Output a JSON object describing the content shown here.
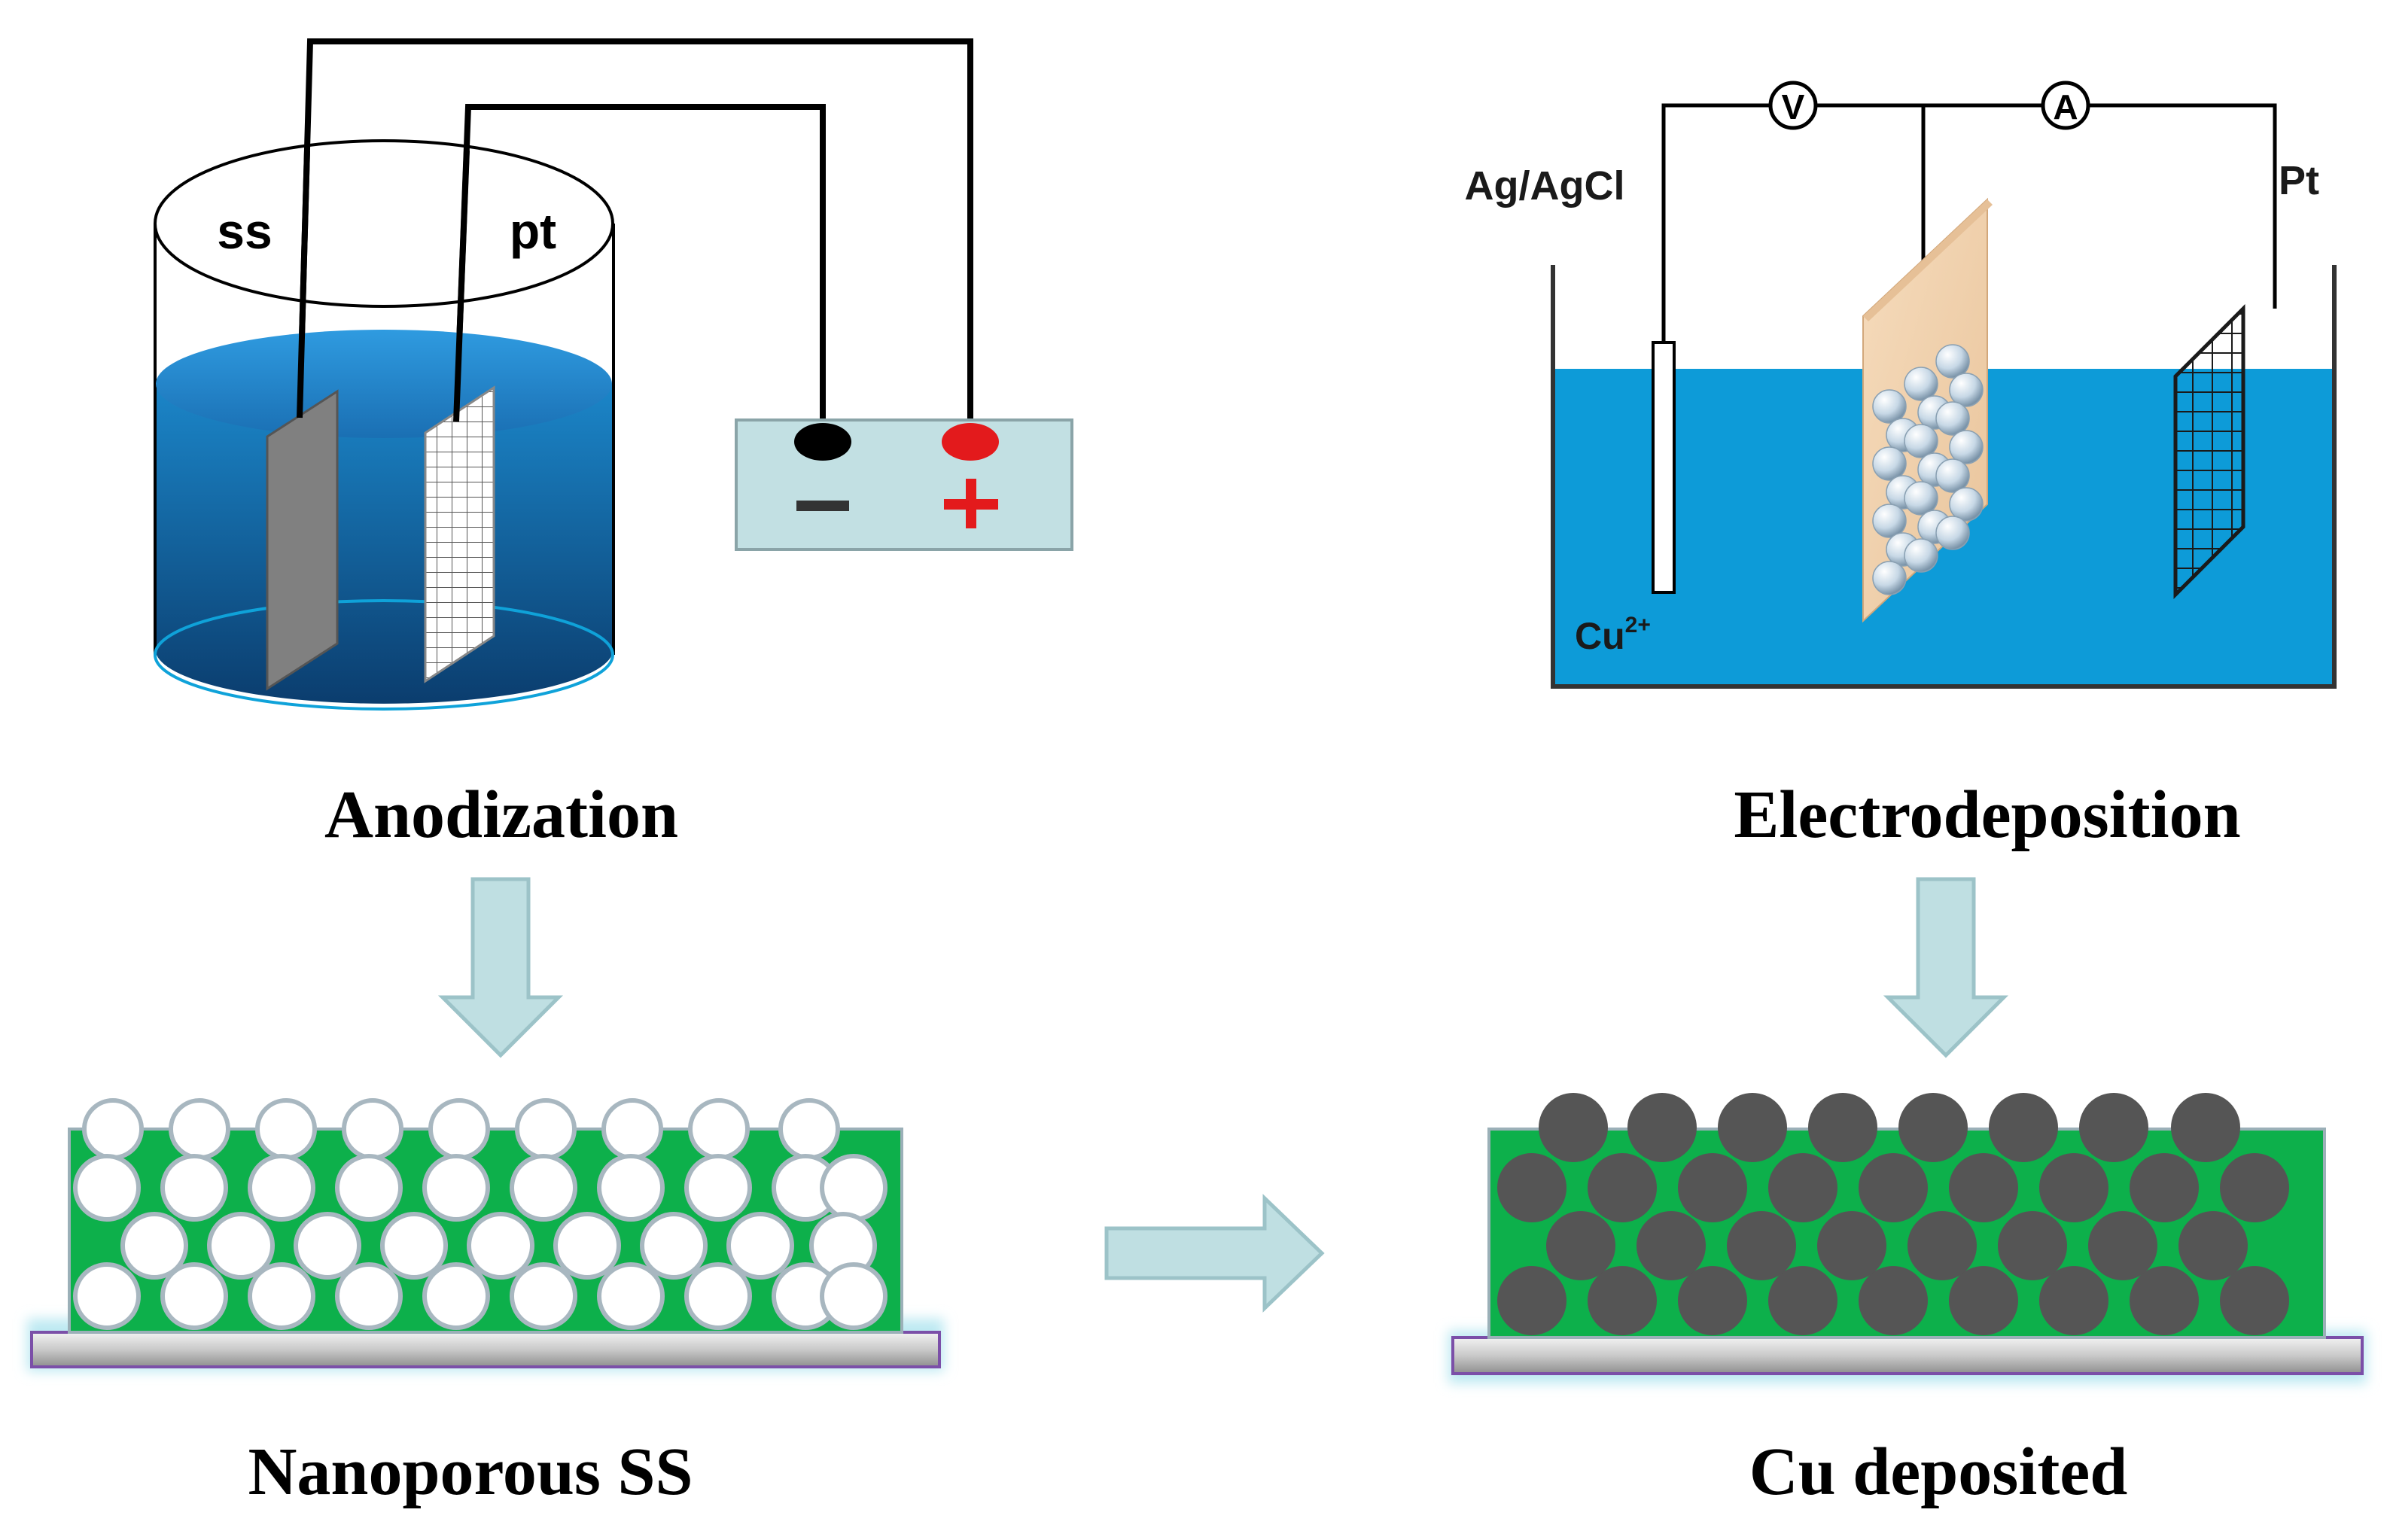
{
  "anodization": {
    "caption": "Anodization",
    "cell_labels": {
      "left": "ss",
      "right": "pt"
    },
    "power_supply": {
      "negative_sign": "−",
      "positive_sign": "+"
    }
  },
  "electrodeposition": {
    "caption": "Electrodeposition",
    "reference_label": "Ag/AgCl",
    "counter_label": "Pt",
    "electrolyte_label": "Cu",
    "electrolyte_charge": "2+",
    "voltmeter_symbol": "V",
    "ammeter_symbol": "A"
  },
  "nanoporous": {
    "caption": "Nanoporous SS"
  },
  "deposited": {
    "caption": "Cu deposited"
  },
  "colors": {
    "matrix_green": "#0db04b",
    "pore_white": "#ffffff",
    "pore_rim": "#a8b7c0",
    "cu_particle": "#555555",
    "electrolyte_blue": "#0d9bd8",
    "arrow_fill": "#bfdfe2",
    "arrow_stroke": "#9cc3c8",
    "power_box": "#c2e0e3",
    "positive_red": "#e31a1c"
  }
}
